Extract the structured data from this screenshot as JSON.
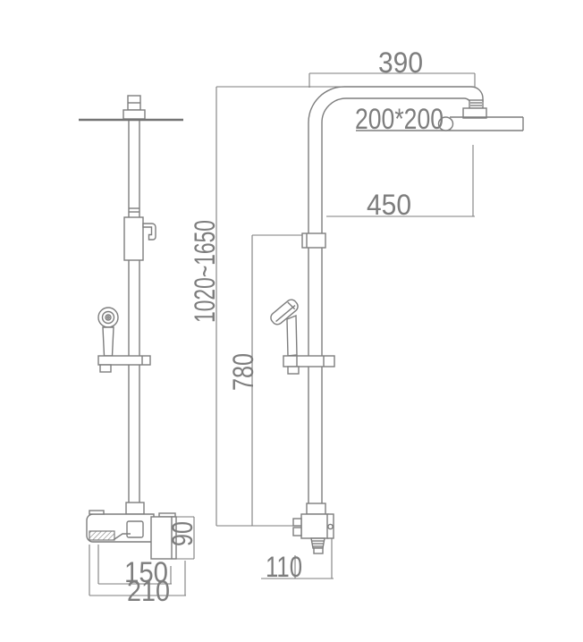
{
  "drawing": {
    "type": "technical-dimension-drawing",
    "subject": "shower column with rain head, hand shower and mixer",
    "background_color": "#ffffff",
    "line_color": "#7d7d7d",
    "text_color": "#7d7d7d",
    "dimensions": {
      "top_width": "390",
      "head_size": "200*200",
      "head_center_offset": "450",
      "total_height": "1020~1650",
      "riser_lower_height": "780",
      "outlet_offset": "110",
      "valve_body_height": "90",
      "spout_reach": "150",
      "body_depth": "210"
    }
  }
}
